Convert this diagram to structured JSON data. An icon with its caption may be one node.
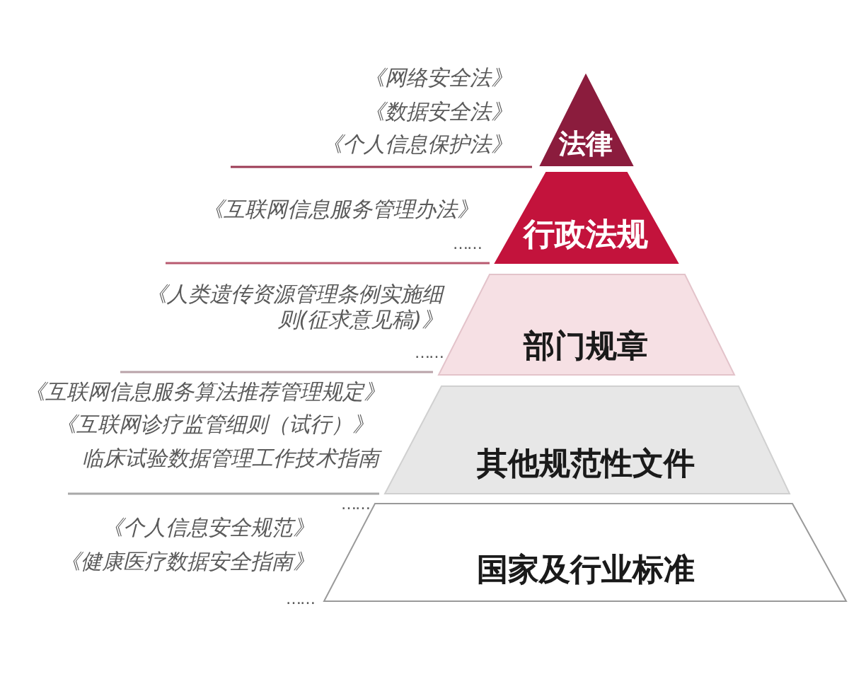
{
  "diagram": {
    "nodes": [
      {
        "text": [
          "法律"
        ],
        "beside": [
          "《网络安全法》",
          "《数据安全法》",
          "《个人信息保护法》"
        ]
      },
      {
        "text": [
          "行政法规"
        ],
        "beside": [
          "《互联网信息服务管理办法》",
          "……"
        ]
      },
      {
        "text": [
          "部门规章"
        ],
        "beside": [
          "《人类遗传资源管理条例实施细则(征求意见稿)》",
          "……"
        ]
      },
      {
        "text": [
          "其他规范性文件"
        ],
        "beside": [
          "《互联网信息服务算法推荐管理规定》",
          "《互联网诊疗监管细则（试行）》",
          "临床试验数据管理工作技术指南"
        ]
      },
      {
        "text": [
          "国家及行业标准"
        ],
        "beside": [
          "《个人信息安全规范》",
          "《健康医疗数据安全指南》",
          "……"
        ]
      }
    ],
    "labels": [
      "……"
    ]
  }
}
